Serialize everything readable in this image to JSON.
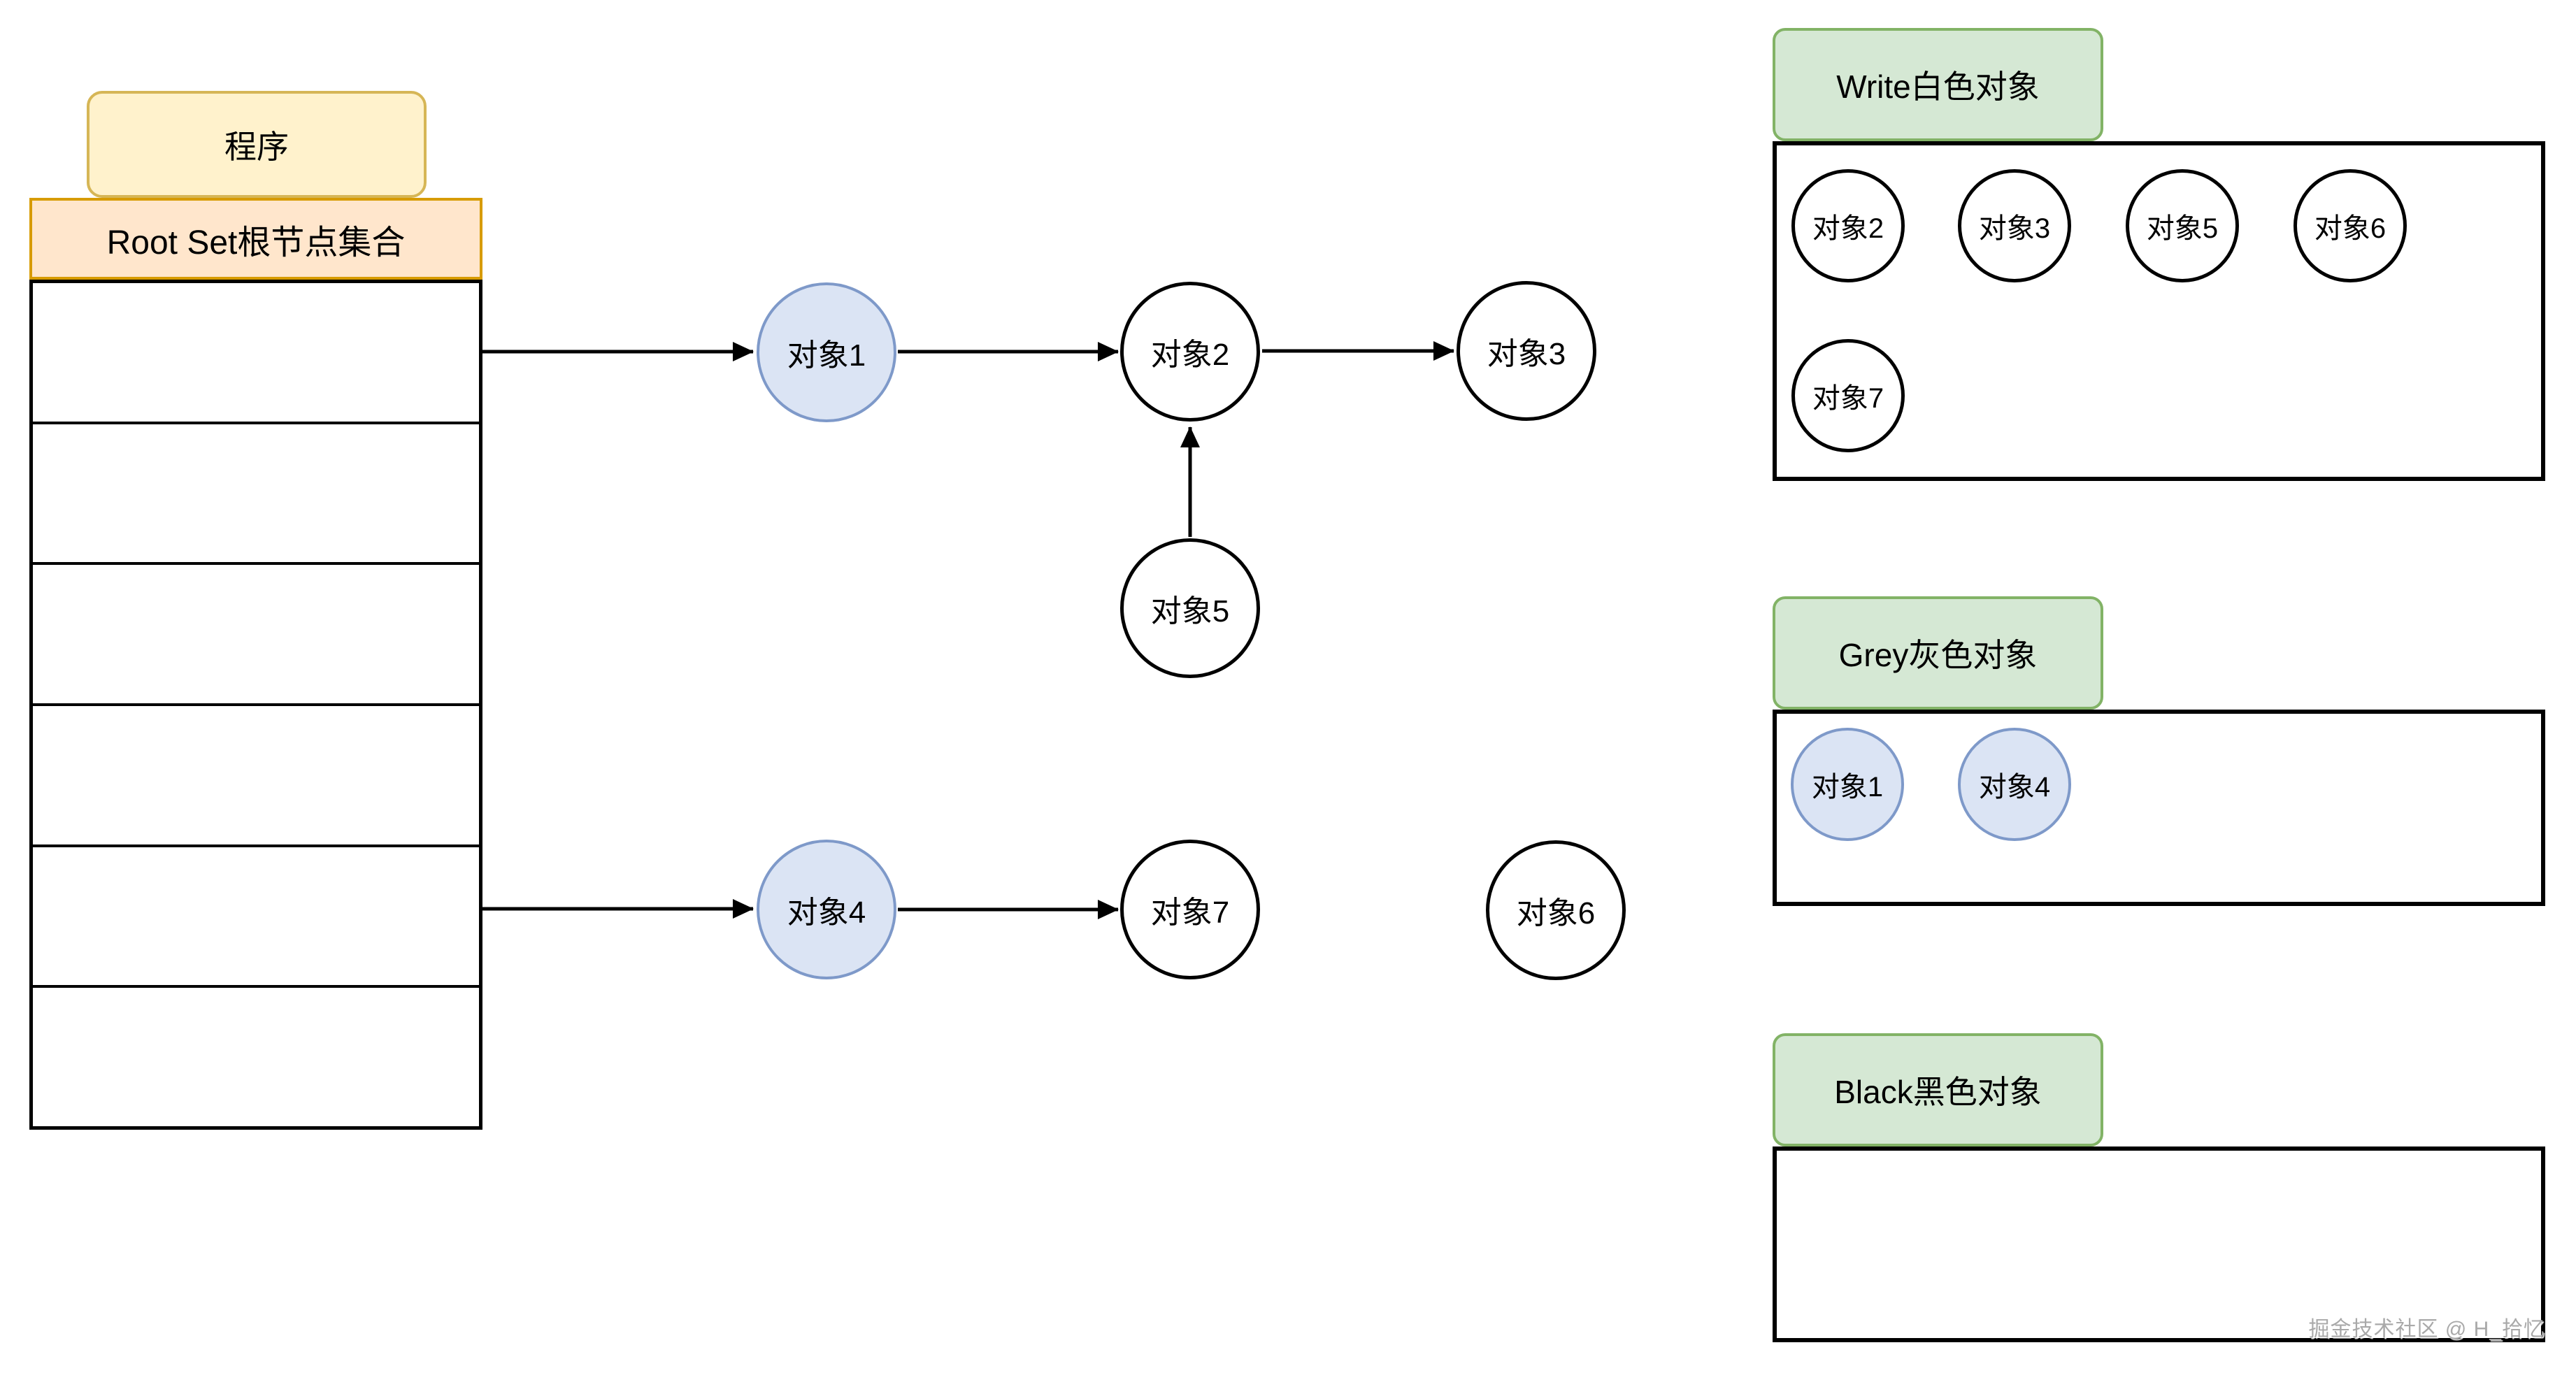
{
  "program": {
    "label": "程序"
  },
  "root_set": {
    "label": "Root Set根节点集合",
    "slot_count": 6
  },
  "graph": {
    "nodes": {
      "obj1": {
        "label": "对象1",
        "state": "grey"
      },
      "obj2": {
        "label": "对象2",
        "state": "white"
      },
      "obj3": {
        "label": "对象3",
        "state": "white"
      },
      "obj4": {
        "label": "对象4",
        "state": "grey"
      },
      "obj5": {
        "label": "对象5",
        "state": "white"
      },
      "obj6": {
        "label": "对象6",
        "state": "white"
      },
      "obj7": {
        "label": "对象7",
        "state": "white"
      }
    },
    "edges": [
      {
        "from": "root_set_slot_1",
        "to": "obj1"
      },
      {
        "from": "obj1",
        "to": "obj2"
      },
      {
        "from": "obj2",
        "to": "obj3"
      },
      {
        "from": "obj5",
        "to": "obj2"
      },
      {
        "from": "root_set_slot_5",
        "to": "obj4"
      },
      {
        "from": "obj4",
        "to": "obj7"
      }
    ]
  },
  "sections": {
    "white": {
      "title": "Write白色对象",
      "objects": [
        "对象2",
        "对象3",
        "对象5",
        "对象6",
        "对象7"
      ]
    },
    "grey": {
      "title": "Grey灰色对象",
      "objects": [
        "对象1",
        "对象4"
      ]
    },
    "black": {
      "title": "Black黑色对象",
      "objects": []
    }
  },
  "watermark": "掘金技术社区 @ H_拾忆",
  "colors": {
    "program_fill": "#FFF2CC",
    "program_border": "#D6B656",
    "root_fill": "#FFE6CC",
    "root_border": "#D79B00",
    "section_label_fill": "#D5E8D4",
    "section_label_border": "#82B366",
    "grey_object_fill": "#DBE4F4",
    "grey_object_border": "#7E99C9",
    "line": "#000000"
  }
}
